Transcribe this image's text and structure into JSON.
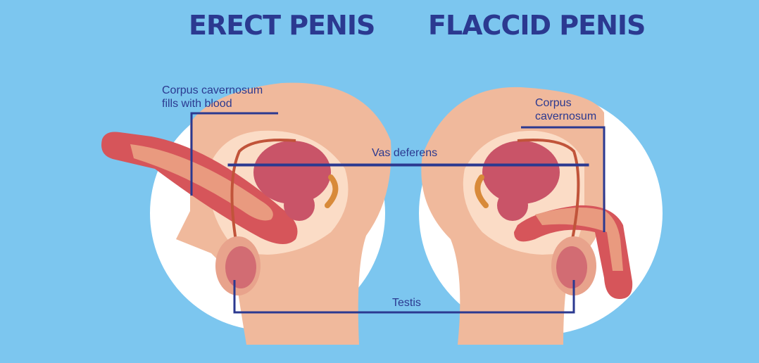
{
  "titles": {
    "left": "ERECT PENIS",
    "right": "FLACCID PENIS"
  },
  "labels": {
    "corpus_erect_line1": "Corpus cavernosum",
    "corpus_erect_line2": "fills with blood",
    "corpus_flaccid_line1": "Corpus",
    "corpus_flaccid_line2": "cavernosum",
    "vas_deferens": "Vas deferens",
    "testis": "Testis"
  },
  "colors": {
    "background": "#7cc6ef",
    "circle": "#ffffff",
    "skin": "#f0b99c",
    "skin_light": "#fbdcc6",
    "tissue_red": "#d6555a",
    "bladder": "#c95468",
    "label_text": "#2b3990",
    "leader_line": "#2b3990"
  }
}
